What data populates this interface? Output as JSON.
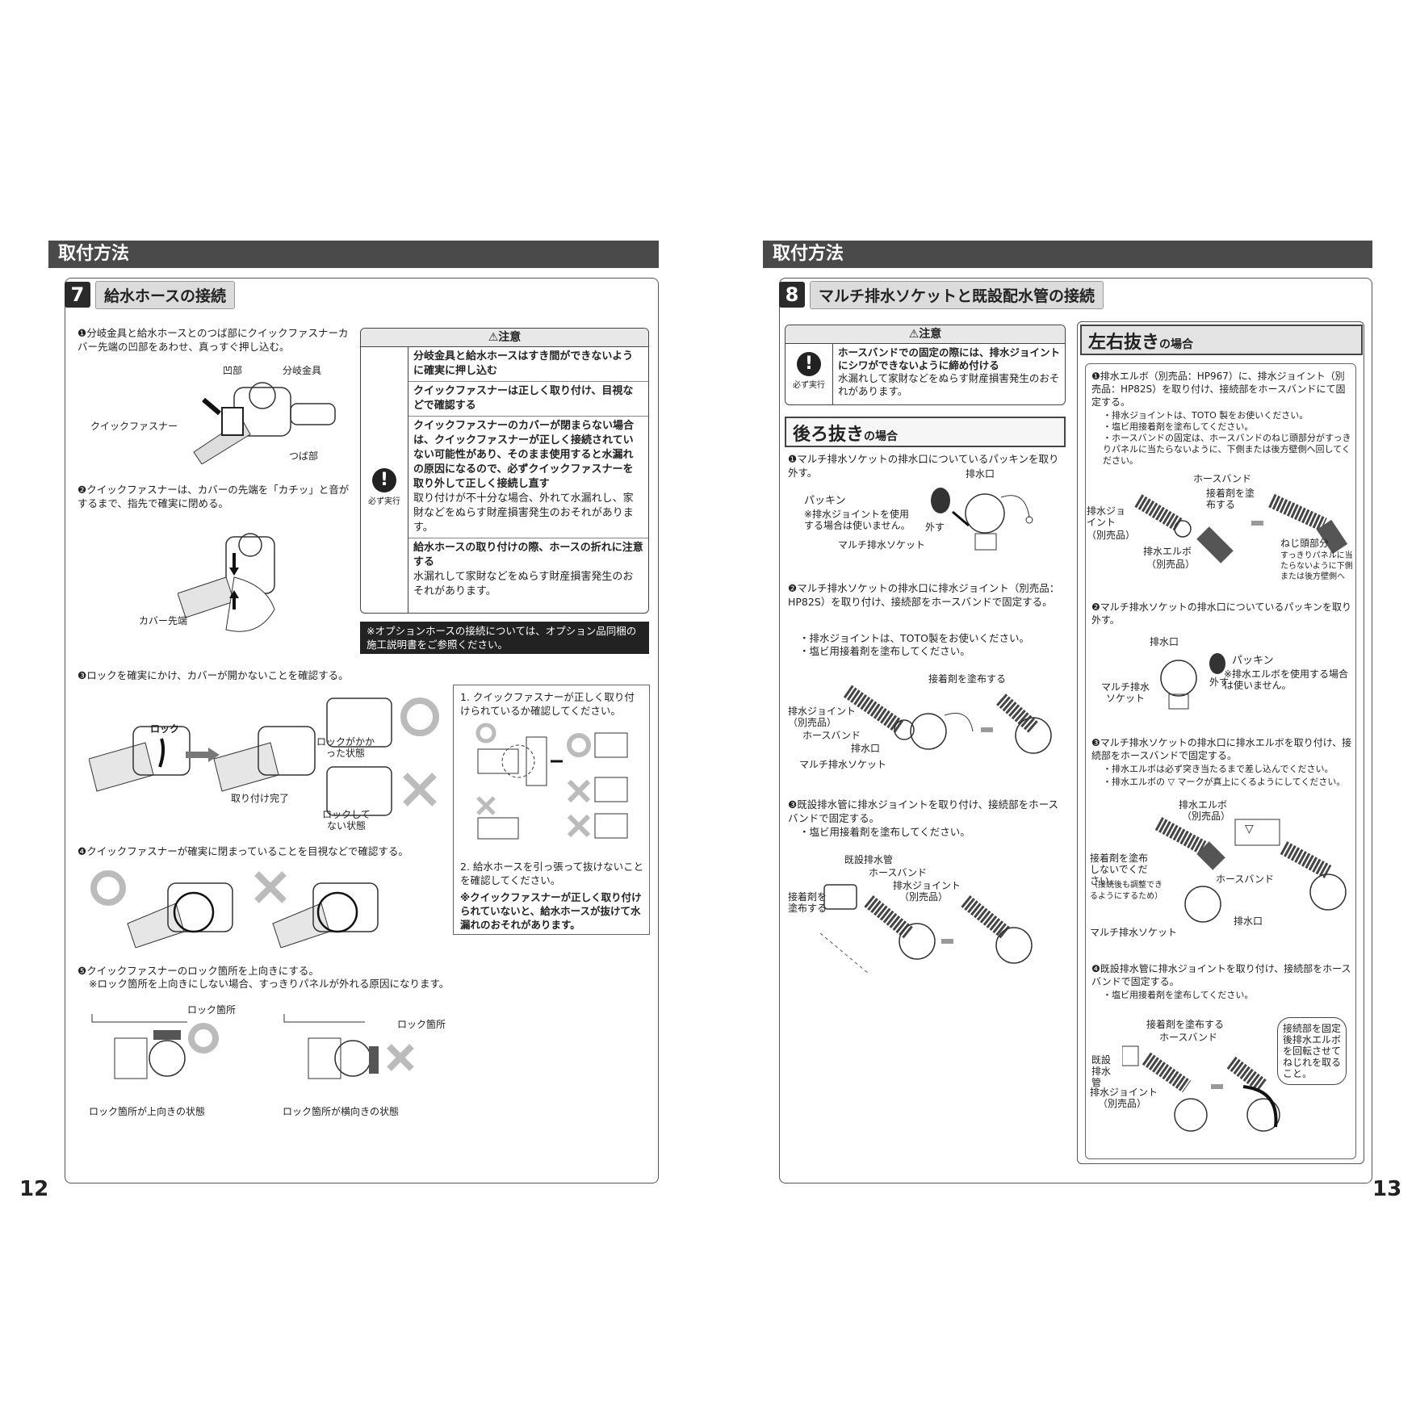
{
  "left": {
    "header": "取付方法",
    "section": {
      "num": "7",
      "title": "給水ホースの接続"
    },
    "step1": "❶分岐金具と給水ホースとのつば部にクイックファスナーカバー先端の凹部をあわせ、真っすぐ押し込む。",
    "step1_labels": {
      "recess": "凹部",
      "branch": "分岐金具",
      "quick": "クイックファスナー",
      "flange": "つば部"
    },
    "step2": "❷クイックファスナーは、カバーの先端を「カチッ」と音がするまで、指先で確実に閉める。",
    "step2_labels": {
      "cover_tip": "カバー先端"
    },
    "caution": {
      "title": "⚠注意",
      "must": "必ず実行",
      "rows": [
        {
          "bold": "分岐金具と給水ホースはすき間ができないように確実に押し込む",
          "sub": ""
        },
        {
          "bold": "クイックファスナーは正しく取り付け、目視などで確認する",
          "sub": ""
        },
        {
          "bold": "クイックファスナーのカバーが閉まらない場合は、クイックファスナーが正しく接続されていない可能性があり、そのまま使用すると水漏れの原因になるので、必ずクイックファスナーを取り外して正しく接続し直す",
          "sub": "取り付けが不十分な場合、外れて水漏れし、家財などをぬらす財産損害発生のおそれがあります。"
        },
        {
          "bold": "給水ホースの取り付けの際、ホースの折れに注意する",
          "sub": "水漏れして家財などをぬらす財産損害発生のおそれがあります。"
        }
      ]
    },
    "option_note": "※オプションホースの接続については、オプション品同梱の施工説明書をご参照ください。",
    "step3": "❸ロックを確実にかけ、カバーが開かないことを確認する。",
    "step3_labels": {
      "lock": "ロック",
      "done": "取り付け完了",
      "locked": "ロックがかかった状態",
      "unlocked": "ロックしてない状態"
    },
    "check_box": {
      "item1": "1. クイックファスナーが正しく取り付けられているか確認してください。",
      "item2": "2. 給水ホースを引っ張って抜けないことを確認してください。",
      "note": "※クイックファスナーが正しく取り付けられていないと、給水ホースが抜けて水漏れのおそれがあります。"
    },
    "step4": "❹クイックファスナーが確実に閉まっていることを目視などで確認する。",
    "step5": "❺クイックファスナーのロック箇所を上向きにする。",
    "step5_note": "※ロック箇所を上向きにしない場合、すっきりパネルが外れる原因になります。",
    "step5_labels": {
      "lock_pos": "ロック箇所",
      "up": "ロック箇所が上向きの状態",
      "side": "ロック箇所が横向きの状態"
    },
    "page": "12"
  },
  "right": {
    "header": "取付方法",
    "section": {
      "num": "8",
      "title": "マルチ排水ソケットと既設配水管の接続"
    },
    "caution": {
      "title": "⚠注意",
      "must": "必ず実行",
      "bold": "ホースバンドでの固定の際には、排水ジョイントにシワができないように締め付ける",
      "sub": "水漏れして家財などをぬらす財産損害発生のおそれがあります。"
    },
    "back": {
      "title": "後ろ抜き",
      "suffix": "の場合",
      "step1": "❶マルチ排水ソケットの排水口についているパッキンを取り外す。",
      "step1_labels": {
        "outlet": "排水口",
        "packing": "パッキン",
        "packing_note": "※排水ジョイントを使用する場合は使いません。",
        "remove": "外す",
        "socket": "マルチ排水ソケット"
      },
      "step2": "❷マルチ排水ソケットの排水口に排水ジョイント（別売品：HP82S）を取り付け、接続部をホースバンドで固定する。",
      "step2_notes": [
        "・排水ジョイントは、TOTO製をお使いください。",
        "・塩ビ用接着剤を塗布してください。"
      ],
      "step2_labels": {
        "adhesive": "接着剤を塗布する",
        "joint": "排水ジョイント",
        "sold": "（別売品）",
        "band": "ホースバンド",
        "outlet": "排水口",
        "socket": "マルチ排水ソケット"
      },
      "step3": "❸既設排水管に排水ジョイントを取り付け、接続部をホースバンドで固定する。",
      "step3_notes": [
        "・塩ビ用接着剤を塗布してください。"
      ],
      "step3_labels": {
        "pipe": "既設排水管",
        "band": "ホースバンド",
        "joint": "排水ジョイント",
        "sold": "（別売品）",
        "apply": "接着剤を塗布する"
      }
    },
    "side": {
      "title": "左右抜き",
      "suffix": "の場合",
      "step1": "❶排水エルボ（別売品：HP967）に、排水ジョイント（別売品：HP82S）を取り付け、接続部をホースバンドにて固定する。",
      "step1_notes": [
        "・排水ジョイントは、TOTO 製をお使いください。",
        "・塩ビ用接着剤を塗布してください。",
        "・ホースバンドの固定は、ホースバンドのねじ頭部分がすっきりパネルに当たらないように、下側または後方壁側へ回してください。"
      ],
      "step1_labels": {
        "band": "ホースバンド",
        "adhesive": "接着剤を塗布する",
        "joint": "排水ジョイント",
        "sold": "（別売品）",
        "elbow": "排水エルボ",
        "head": "ねじ頭部分",
        "head_note": "すっきりパネルに当たらないように下側または後方壁側へ"
      },
      "step2": "❷マルチ排水ソケットの排水口についているパッキンを取り外す。",
      "step2_labels": {
        "outlet": "排水口",
        "packing": "パッキン",
        "packing_note": "※排水エルボを使用する場合は使いません。",
        "remove": "外す",
        "socket": "マルチ排水ソケット"
      },
      "step3": "❸マルチ排水ソケットの排水口に排水エルボを取り付け、接続部をホースバンドで固定する。",
      "step3_notes": [
        "・排水エルボは必ず突き当たるまで差し込んでください。",
        "・排水エルボの ▽ マークが真上にくるようにしてください。"
      ],
      "step3_labels": {
        "elbow": "排水エルボ",
        "sold": "（別売品）",
        "no_adhesive": "接着剤を塗布しないでください。",
        "no_adhesive_note": "（接続後も調整できるようにするため）",
        "band": "ホースバンド",
        "socket": "マルチ排水ソケット",
        "outlet": "排水口",
        "mark": "▽"
      },
      "step4": "❹既設排水管に排水ジョイントを取り付け、接続部をホースバンドで固定する。",
      "step4_notes": [
        "・塩ビ用接着剤を塗布してください。"
      ],
      "step4_labels": {
        "adhesive": "接着剤を塗布する",
        "band": "ホースバンド",
        "pipe": "既設排水管",
        "joint": "排水ジョイント",
        "sold": "（別売品）",
        "bubble": "接続部を固定後排水エルボを回転させてねじれを取ること。"
      }
    },
    "page": "13"
  }
}
